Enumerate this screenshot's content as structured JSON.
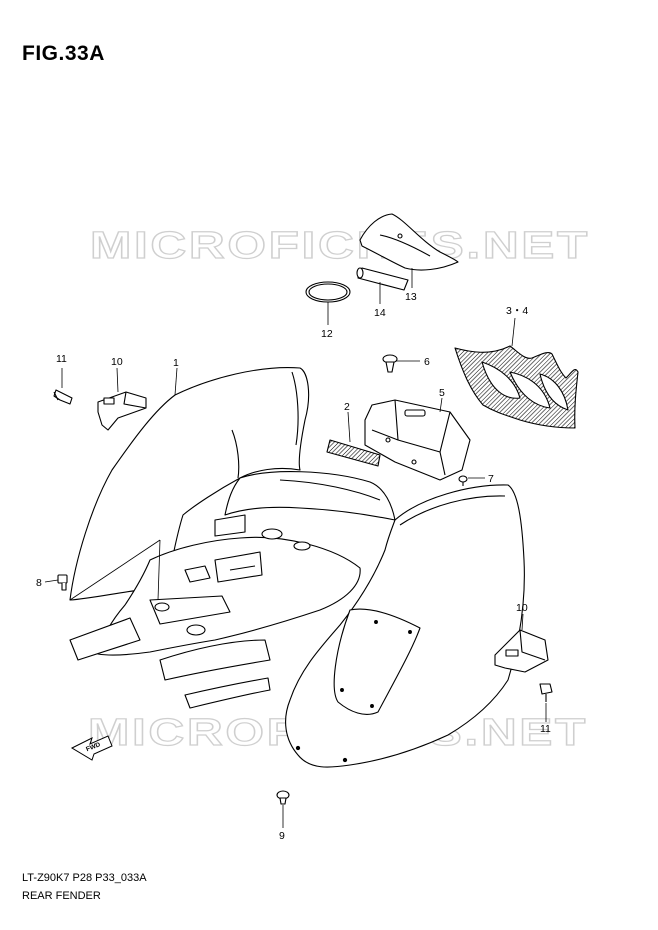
{
  "figure": {
    "title": "FIG.33A",
    "code": "LT-Z90K7 P28 P33_033A",
    "name": "REAR FENDER"
  },
  "watermark": {
    "text": "MICROFICHES.NET",
    "color": "#d8d8d8"
  },
  "direction_label": "FWD",
  "callouts": [
    {
      "id": "c1",
      "label": "1"
    },
    {
      "id": "c2",
      "label": "2"
    },
    {
      "id": "c34",
      "label": "3・4"
    },
    {
      "id": "c5",
      "label": "5"
    },
    {
      "id": "c6",
      "label": "6"
    },
    {
      "id": "c7",
      "label": "7"
    },
    {
      "id": "c8",
      "label": "8"
    },
    {
      "id": "c9",
      "label": "9"
    },
    {
      "id": "c10a",
      "label": "10"
    },
    {
      "id": "c10b",
      "label": "10"
    },
    {
      "id": "c11a",
      "label": "11"
    },
    {
      "id": "c11b",
      "label": "11"
    },
    {
      "id": "c12",
      "label": "12"
    },
    {
      "id": "c13",
      "label": "13"
    },
    {
      "id": "c14",
      "label": "14"
    }
  ]
}
